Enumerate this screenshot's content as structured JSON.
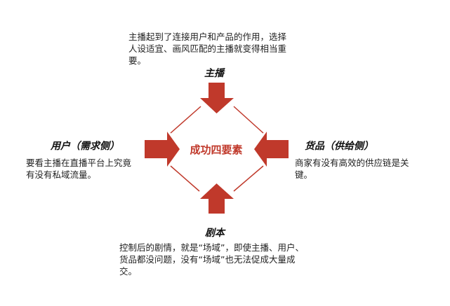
{
  "center": "成功四要素",
  "accent": "#c0392b",
  "top": {
    "label": "主播",
    "text": "主播起到了连接用户和产品的作用，选择人设适宜、画风匹配的主播就变得相当重要。"
  },
  "left": {
    "label": "用户（需求侧）",
    "text": "要看主播在直播平台上究竟有没有私域流量。"
  },
  "right": {
    "label": "货品（供给侧）",
    "text": "商家有没有高效的供应链是关键。"
  },
  "bottom": {
    "label": "剧本",
    "text": "控制后的剧情，就是“场域”，即使主播、用户、货品都没问题，没有“场域”也无法促成大量成交。"
  }
}
